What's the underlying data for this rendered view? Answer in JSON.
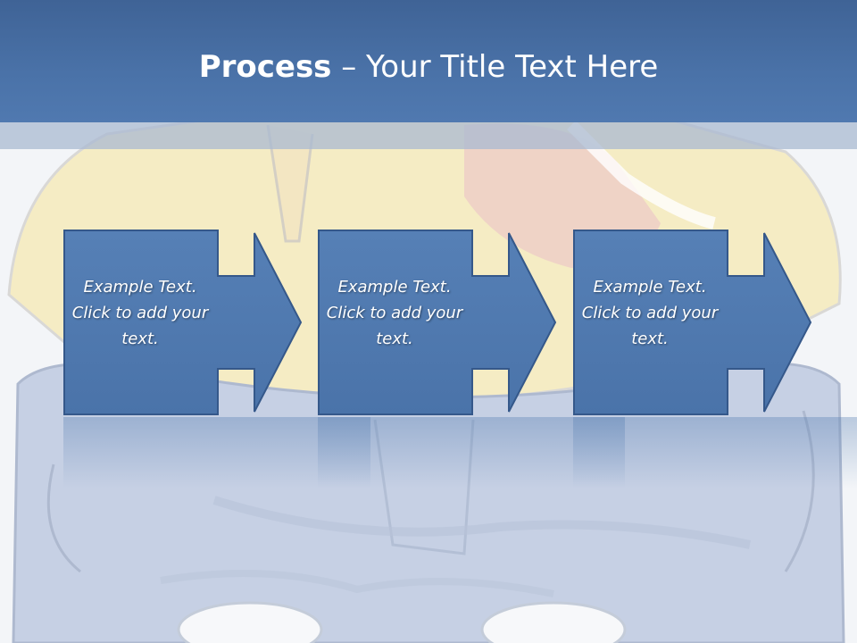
{
  "slide": {
    "title_bold": "Process",
    "title_rest": " – Your Title Text Here",
    "steps": [
      {
        "text": "Example Text. Click  to add your text."
      },
      {
        "text": "Example Text. Click  to add your text."
      },
      {
        "text": "Example Text. Click  to add your text."
      }
    ]
  },
  "colors": {
    "title_bar": "#4a72a8",
    "step_fill": "#4f79af",
    "step_border": "#35588a",
    "text": "#ffffff"
  }
}
